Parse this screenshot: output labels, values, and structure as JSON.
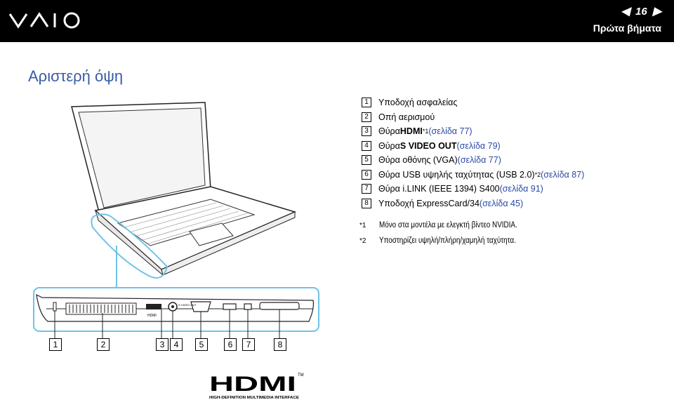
{
  "header": {
    "page_number": "16",
    "section": "Πρώτα βήματα",
    "prev_icon": "arrow-left-icon",
    "next_icon": "arrow-right-icon",
    "logo": "VAIO"
  },
  "page_title": "Αριστερή όψη",
  "items": [
    {
      "num": "1",
      "parts": [
        {
          "t": "Υποδοχή ασφαλείας"
        }
      ]
    },
    {
      "num": "2",
      "parts": [
        {
          "t": "Οπή αερισμού"
        }
      ]
    },
    {
      "num": "3",
      "parts": [
        {
          "t": "Θύρα "
        },
        {
          "t": "HDMI",
          "b": 1
        },
        {
          "t": "*1",
          "sup": 1
        },
        {
          "t": " (σελίδα 77)",
          "link": 1
        }
      ]
    },
    {
      "num": "4",
      "parts": [
        {
          "t": "Θύρα "
        },
        {
          "t": "S VIDEO OUT",
          "b": 1
        },
        {
          "t": " (σελίδα 79)",
          "link": 1
        }
      ]
    },
    {
      "num": "5",
      "parts": [
        {
          "t": "Θύρα οθόνης (VGA) "
        },
        {
          "t": "(σελίδα 77)",
          "link": 1
        }
      ]
    },
    {
      "num": "6",
      "parts": [
        {
          "t": "Θύρα USB υψηλής ταχύτητας (USB 2.0)"
        },
        {
          "t": "*2",
          "sup": 1
        },
        {
          "t": " (σελίδα 87)",
          "link": 1
        }
      ]
    },
    {
      "num": "7",
      "parts": [
        {
          "t": "Θύρα i.LINK (IEEE 1394) S400 "
        },
        {
          "t": "(σελίδα 91)",
          "link": 1
        }
      ]
    },
    {
      "num": "8",
      "parts": [
        {
          "t": "Υποδοχή ExpressCard/34 "
        },
        {
          "t": "(σελίδα 45)",
          "link": 1
        }
      ]
    }
  ],
  "notes": [
    {
      "mark": "*1",
      "text": "Μόνο στα μοντέλα με ελεγκτή βίντεο NVIDIA."
    },
    {
      "mark": "*2",
      "text": "Υποστηρίζει υψηλή/πλήρη/χαμηλή ταχύτητα."
    }
  ],
  "callouts": [
    "1",
    "2",
    "3",
    "4",
    "5",
    "6",
    "7",
    "8"
  ],
  "hdmi_logo": {
    "main": "HDMI",
    "tm": "TM",
    "tagline": "HIGH-DEFINITION MULTIMEDIA INTERFACE"
  },
  "port_labels": {
    "hdmi": "HDMI",
    "svideo": "S VIDEO OUT"
  },
  "colors": {
    "header": "#000000",
    "accent": "#3a5ba8",
    "link": "#2a4aa3",
    "highlight": "#6fc3e6"
  }
}
